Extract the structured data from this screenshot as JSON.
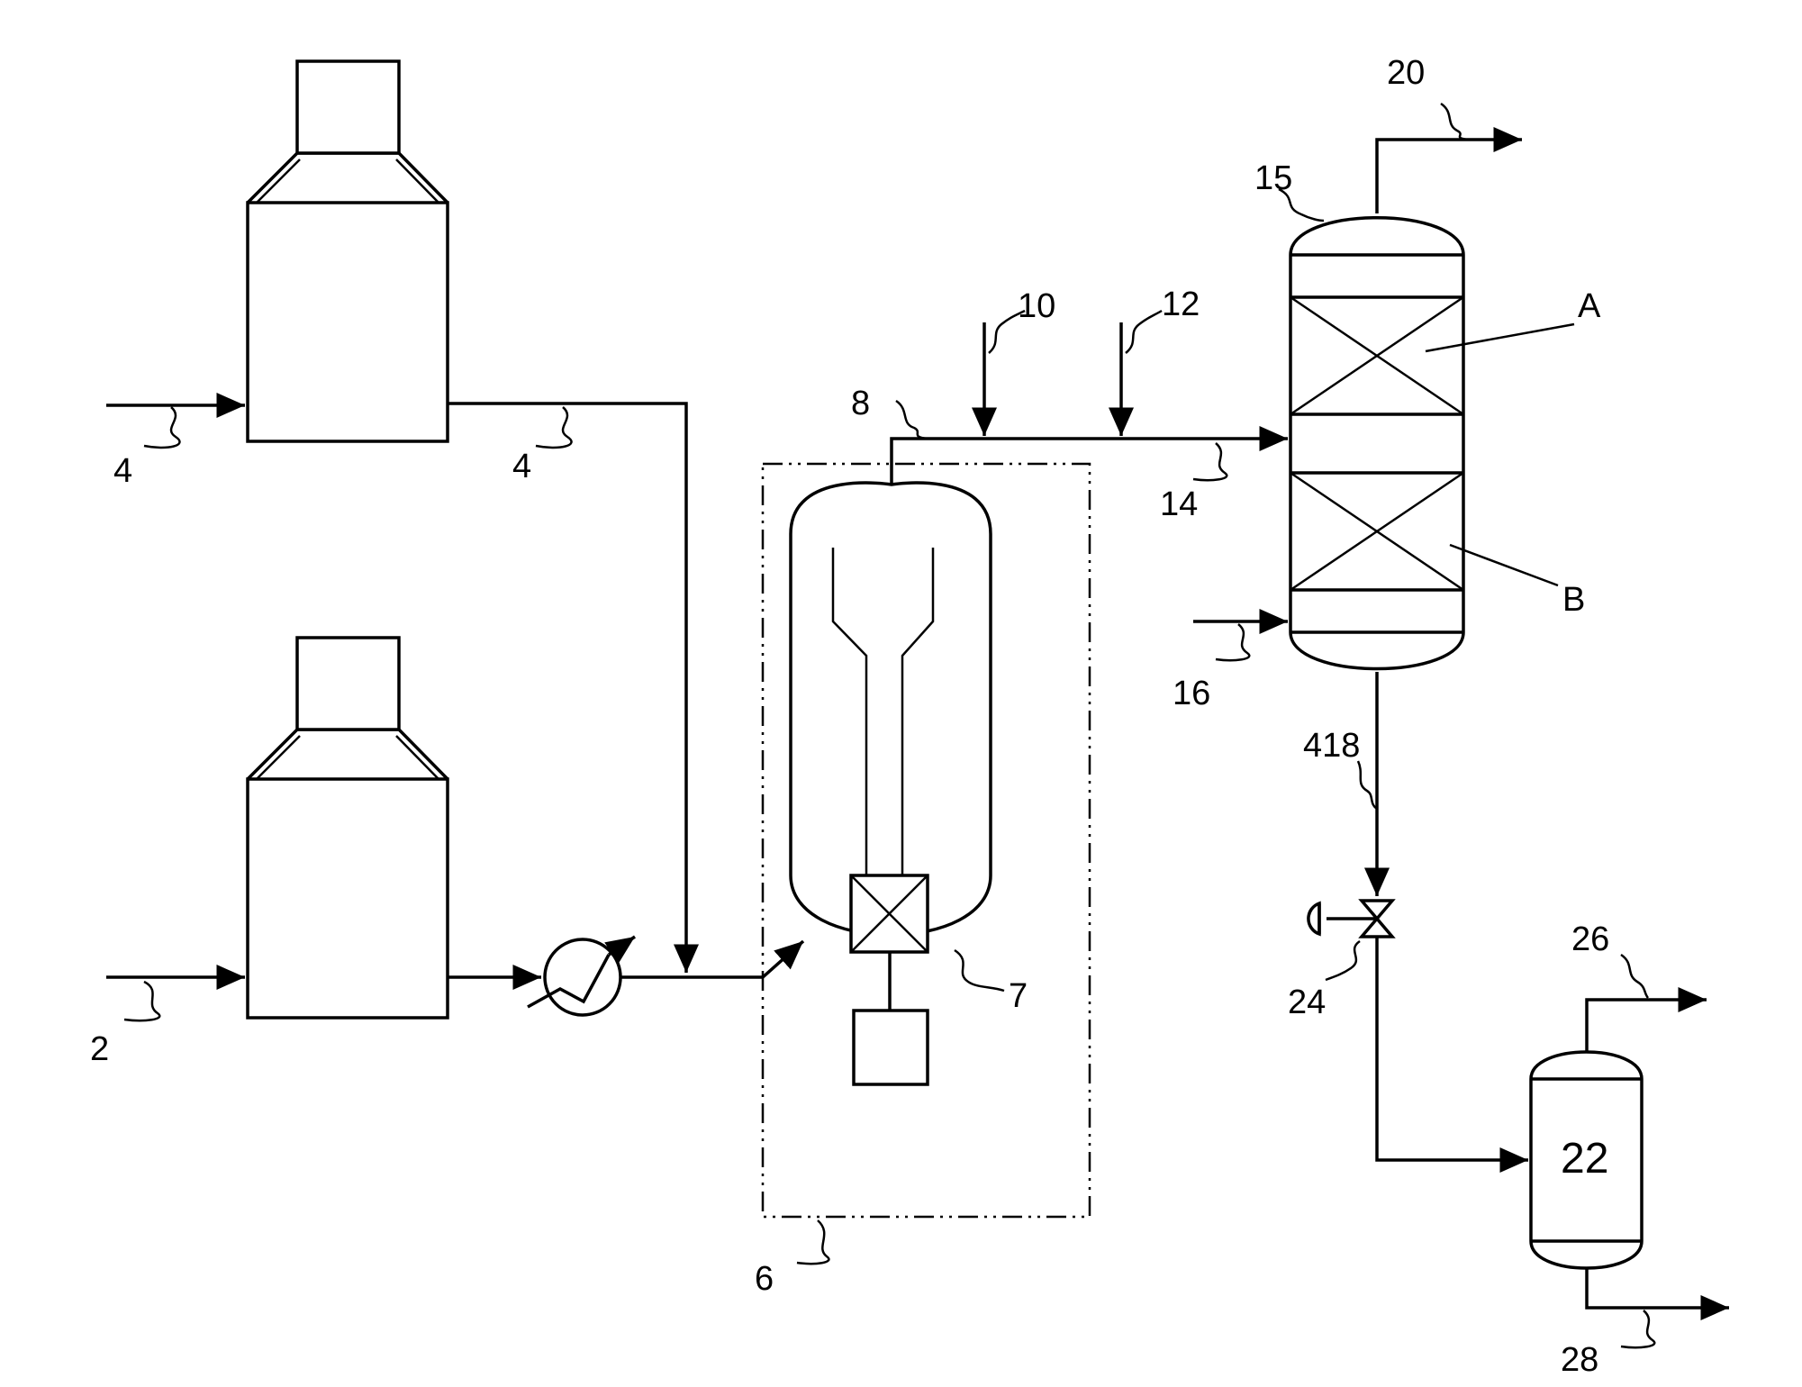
{
  "labels": {
    "stream_2": "2",
    "stream_4_in": "4",
    "stream_4_out": "4",
    "unit_6": "6",
    "unit_7": "7",
    "stream_8": "8",
    "stream_10": "10",
    "stream_12": "12",
    "stream_14": "14",
    "column_15": "15",
    "stream_16": "16",
    "stream_20": "20",
    "vessel_22": "22",
    "valve_24": "24",
    "stream_26": "26",
    "stream_28": "28",
    "stream_418": "418",
    "bed_a": "A",
    "bed_b": "B"
  }
}
